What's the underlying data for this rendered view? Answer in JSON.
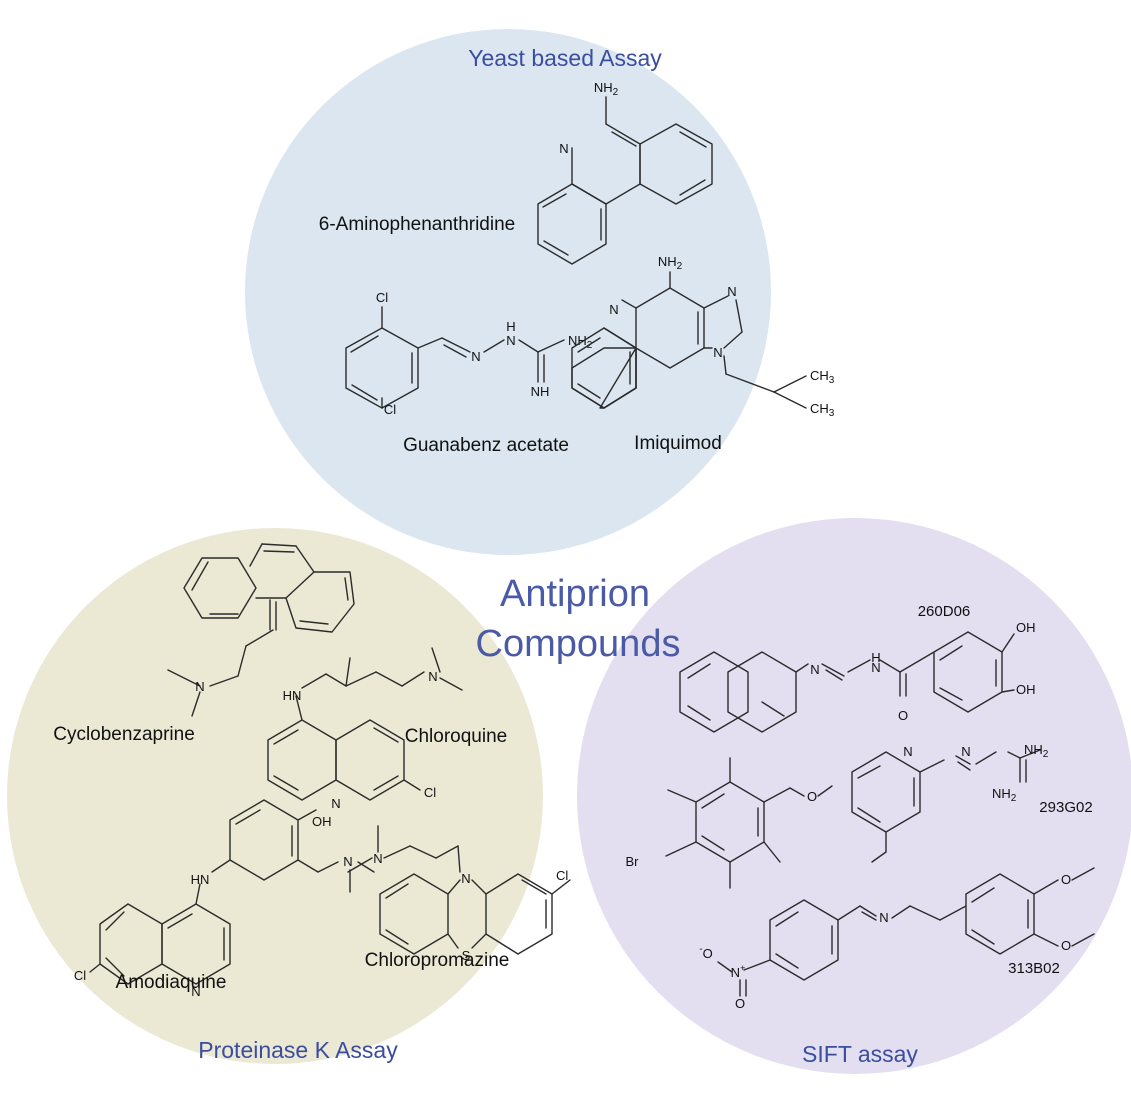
{
  "title_line1": "Antiprion",
  "title_line2": "Compounds",
  "colors": {
    "yeast_circle": "#dbe6f1",
    "proteinase_circle": "#ebe8d4",
    "sift_circle": "#e3def0",
    "assay_label": "#3a4d9e",
    "title": "#4a5aa6"
  },
  "assays": {
    "yeast": {
      "label": "Yeast based Assay",
      "compounds": [
        "6-Aminophenanthridine",
        "Guanabenz acetate",
        "Imiquimod"
      ]
    },
    "proteinase": {
      "label": "Proteinase K  Assay",
      "compounds": [
        "Cyclobenzaprine",
        "Chloroquine",
        "Amodiaquine",
        "Chloropromazine"
      ]
    },
    "sift": {
      "label": "SIFT assay",
      "compounds": [
        "260D06",
        "293G02",
        "313B02"
      ]
    }
  },
  "atoms": {
    "nh2": "NH",
    "sub2": "2",
    "ch3": "CH",
    "sub3": "3",
    "n": "N",
    "nh": "NH",
    "hn": "HN",
    "h": "H",
    "cl": "Cl",
    "oh": "OH",
    "o": "O",
    "s": "S",
    "br": "Br",
    "o_minus": "O",
    "minus": "-",
    "n_plus": "N",
    "plus": "+"
  }
}
